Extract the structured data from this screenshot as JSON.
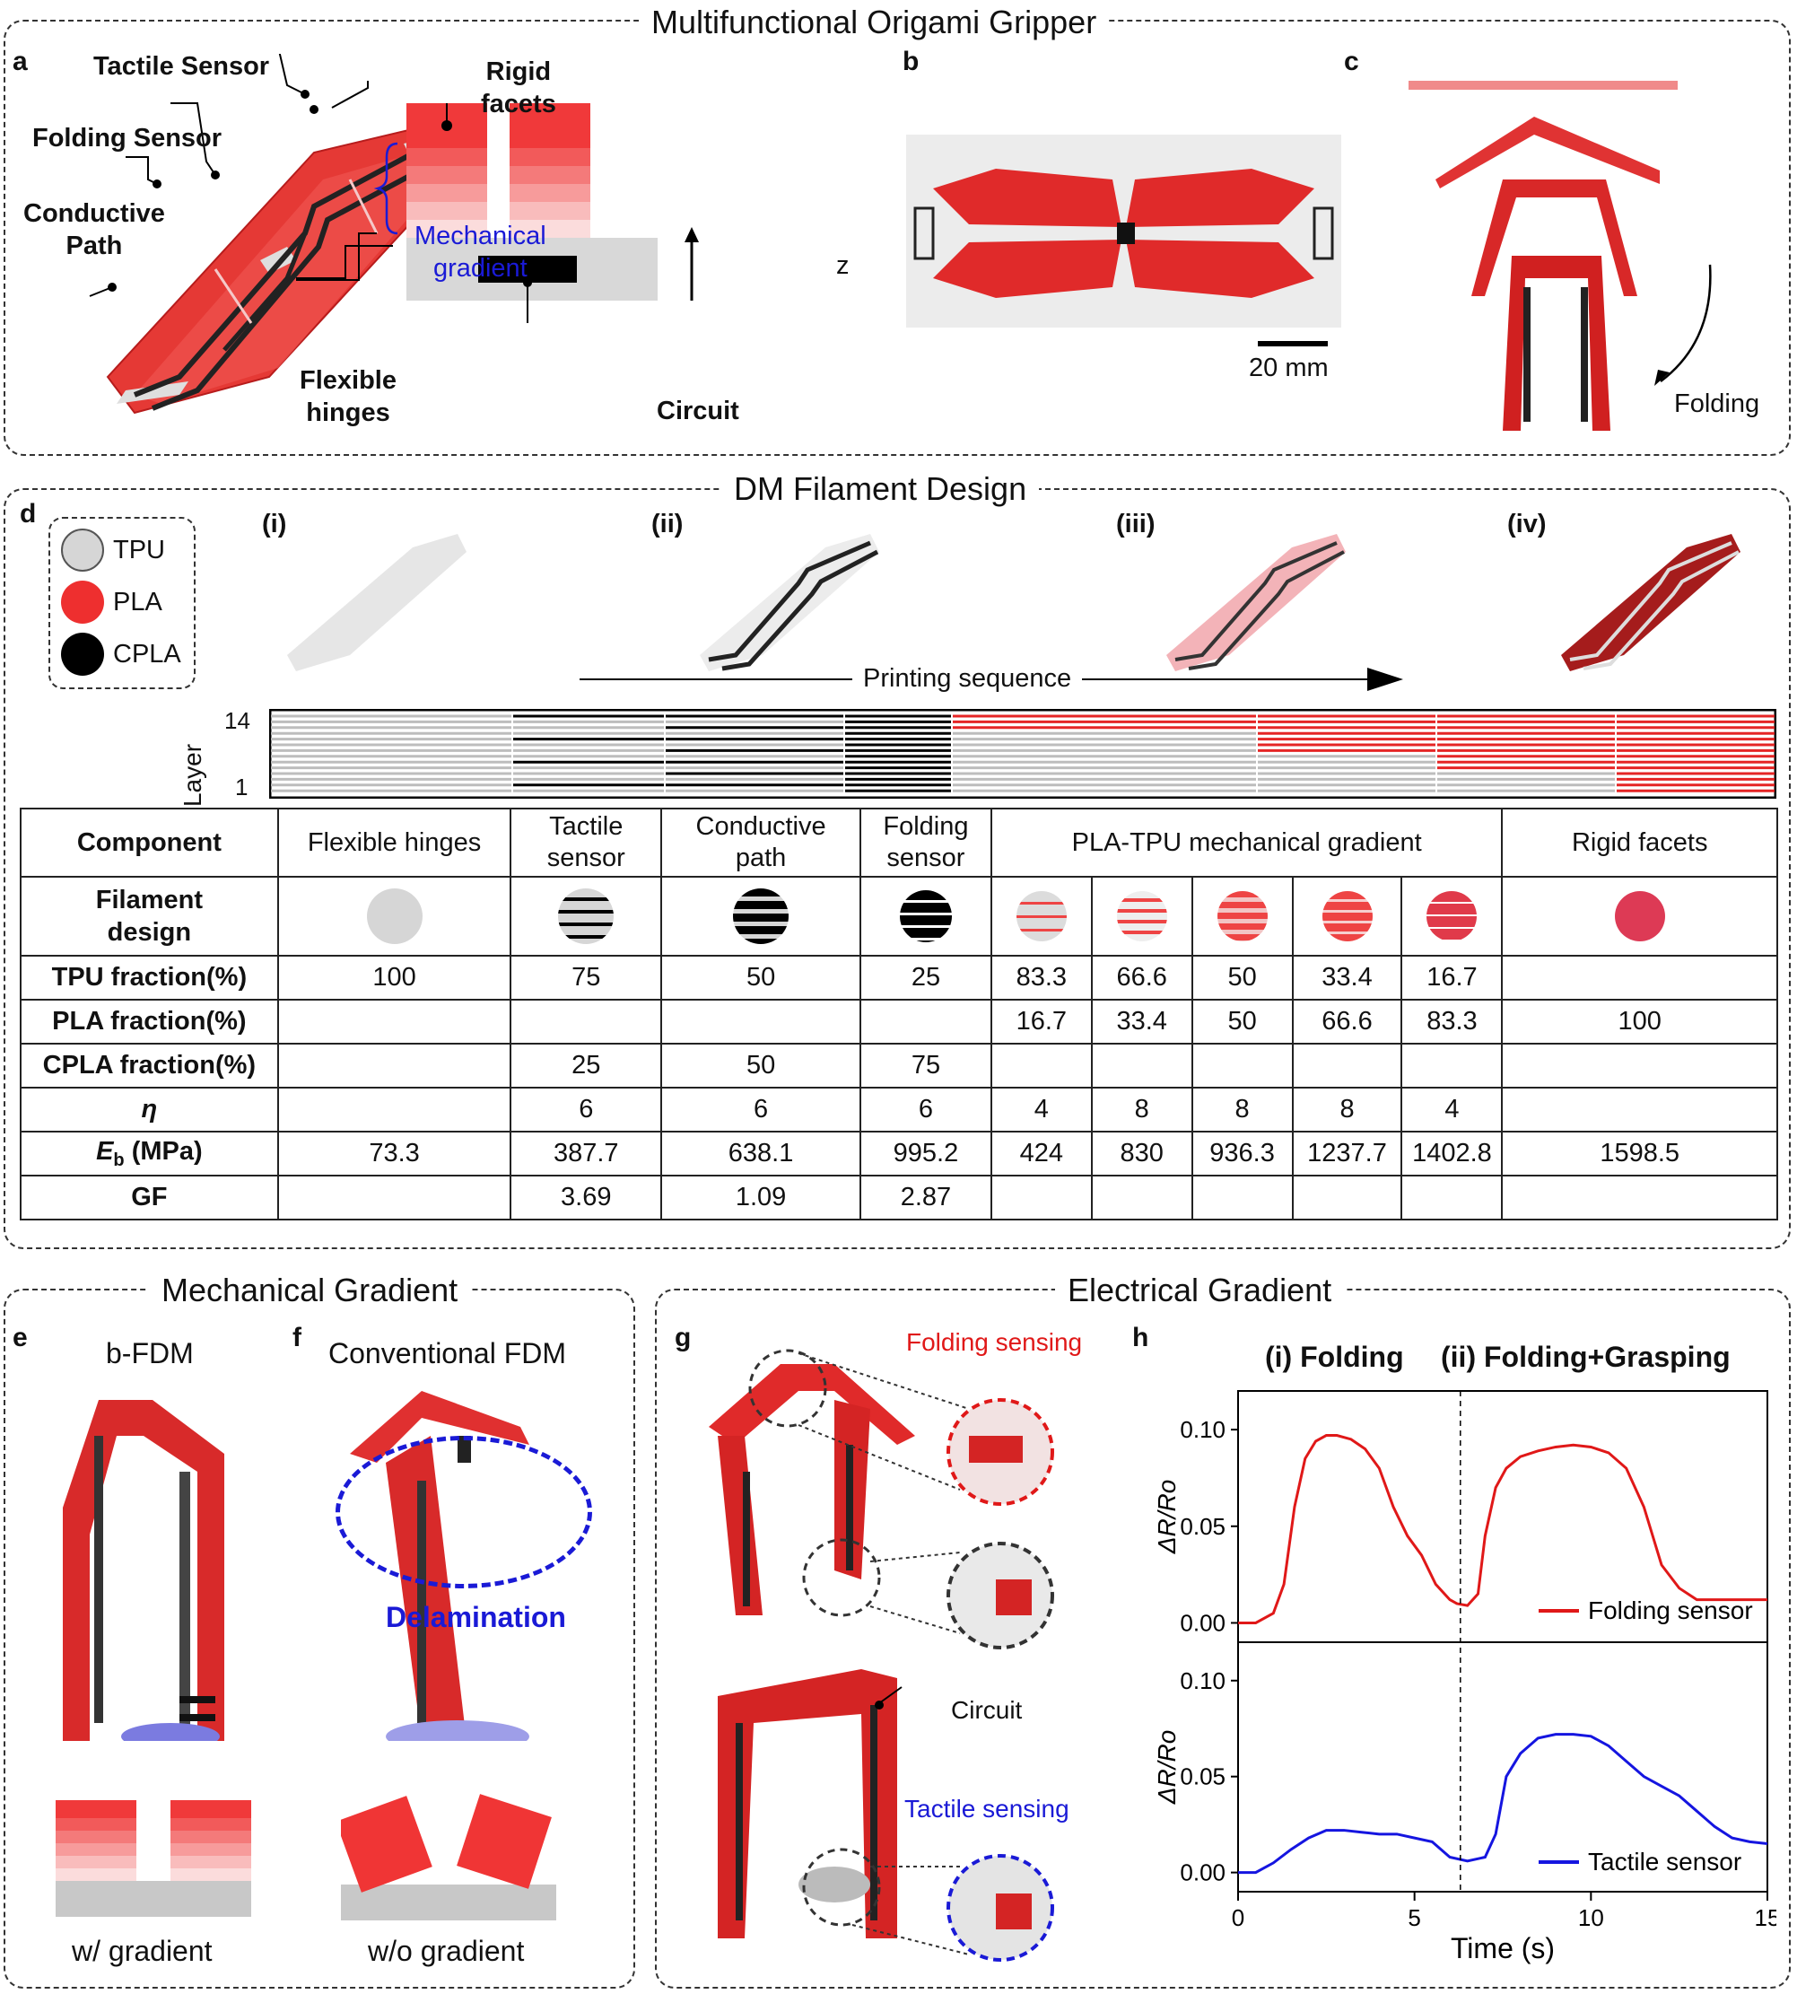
{
  "sections": {
    "top": "Multifunctional Origami Gripper",
    "mid": "DM Filament Design",
    "mech": "Mechanical Gradient",
    "elec": "Electrical Gradient"
  },
  "letters": {
    "a": "a",
    "b": "b",
    "c": "c",
    "d": "d",
    "e": "e",
    "f": "f",
    "g": "g",
    "h": "h"
  },
  "panel_a": {
    "tactile_sensor": "Tactile Sensor",
    "folding_sensor": "Folding Sensor",
    "conductive_path": "Conductive\nPath",
    "rigid_facets": "Rigid\nfacets",
    "mech_gradient": "Mechanical\ngradient",
    "flexible_hinges": "Flexible\nhinges",
    "circuit": "Circuit",
    "z_axis": "z"
  },
  "panel_b": {
    "scale_bar": "20 mm"
  },
  "panel_c": {
    "folding": "Folding"
  },
  "panel_d": {
    "legend": [
      {
        "name": "TPU",
        "color": "#d6d6d6"
      },
      {
        "name": "PLA",
        "color": "#ee2f2f"
      },
      {
        "name": "CPLA",
        "color": "#000000"
      }
    ],
    "steps": [
      "(i)",
      "(ii)",
      "(iii)",
      "(iv)"
    ],
    "printing_sequence": "Printing sequence",
    "layer_axis": "Layer",
    "layer_top": "14",
    "layer_bottom": "1",
    "table": {
      "headers": [
        "Component",
        "Flexible hinges",
        "Tactile\nsensor",
        "Conductive\npath",
        "Folding\nsensor",
        "PLA-TPU mechanical gradient",
        "Rigid facets"
      ],
      "row_filament": "Filament\ndesign",
      "rows": [
        {
          "label": "TPU fraction(%)",
          "cells": [
            "100",
            "75",
            "50",
            "25",
            "83.3",
            "66.6",
            "50",
            "33.4",
            "16.7",
            ""
          ]
        },
        {
          "label": "PLA fraction(%)",
          "cells": [
            "",
            "",
            "",
            "",
            "16.7",
            "33.4",
            "50",
            "66.6",
            "83.3",
            "100"
          ]
        },
        {
          "label": "CPLA fraction(%)",
          "cells": [
            "",
            "25",
            "50",
            "75",
            "",
            "",
            "",
            "",
            "",
            ""
          ]
        },
        {
          "label": "η",
          "cells": [
            "",
            "6",
            "6",
            "6",
            "4",
            "8",
            "8",
            "8",
            "4",
            ""
          ]
        },
        {
          "label": "Eb (MPa)",
          "label_main": "E",
          "label_sub": "b",
          "label_rest": " (MPa)",
          "cells": [
            "73.3",
            "387.7",
            "638.1",
            "995.2",
            "424",
            "830",
            "936.3",
            "1237.7",
            "1402.8",
            "1598.5"
          ]
        },
        {
          "label": "GF",
          "cells": [
            "",
            "3.69",
            "1.09",
            "2.87",
            "",
            "",
            "",
            "",
            "",
            ""
          ]
        }
      ]
    }
  },
  "panel_e": {
    "title": "b-FDM",
    "caption": "w/ gradient"
  },
  "panel_f": {
    "title": "Conventional FDM",
    "caption": "w/o gradient",
    "delamination": "Delamination"
  },
  "panel_g": {
    "folding_sensing": "Folding sensing",
    "circuit": "Circuit",
    "tactile_sensing": "Tactile sensing"
  },
  "panel_h": {
    "label_i": "(i) Folding",
    "label_ii": "(ii) Folding+Grasping"
  },
  "chart_data": [
    {
      "type": "line",
      "title": "(i) Folding    (ii) Folding+Grasping",
      "xlabel": "Time (s)",
      "ylabel": "ΔR/Ro",
      "xlim": [
        0,
        15
      ],
      "ylim": [
        -0.01,
        0.12
      ],
      "yticks": [
        "0.00",
        "0.05",
        "0.10"
      ],
      "series": [
        {
          "name": "Folding sensor",
          "color": "#e01818",
          "x": [
            0,
            0.5,
            1,
            1.3,
            1.6,
            1.9,
            2.2,
            2.5,
            2.8,
            3.2,
            3.6,
            4.0,
            4.4,
            4.8,
            5.2,
            5.6,
            6.0,
            6.2,
            6.5,
            6.8,
            7.0,
            7.3,
            7.6,
            8.0,
            8.5,
            9.0,
            9.5,
            10.0,
            10.5,
            11.0,
            11.5,
            12.0,
            12.5,
            13.0,
            13.5,
            14.0,
            14.5,
            15.0
          ],
          "y": [
            0.0,
            0.0,
            0.005,
            0.02,
            0.06,
            0.085,
            0.094,
            0.097,
            0.097,
            0.095,
            0.09,
            0.08,
            0.06,
            0.045,
            0.035,
            0.02,
            0.012,
            0.01,
            0.009,
            0.015,
            0.045,
            0.07,
            0.08,
            0.086,
            0.089,
            0.091,
            0.092,
            0.091,
            0.088,
            0.08,
            0.06,
            0.03,
            0.018,
            0.012,
            0.012,
            0.012,
            0.012,
            0.012
          ]
        },
        {
          "name": "Tactile sensor",
          "color": "#1515e0",
          "x": [
            0,
            0.5,
            1,
            1.5,
            2.0,
            2.5,
            3.0,
            3.5,
            4.0,
            4.5,
            5.0,
            5.5,
            6.0,
            6.5,
            7.0,
            7.3,
            7.6,
            8.0,
            8.5,
            9.0,
            9.5,
            10.0,
            10.5,
            11.0,
            11.5,
            12.0,
            12.5,
            13.0,
            13.5,
            14.0,
            14.5,
            15.0
          ],
          "y": [
            0.0,
            0.0,
            0.005,
            0.012,
            0.018,
            0.022,
            0.022,
            0.021,
            0.02,
            0.02,
            0.018,
            0.016,
            0.008,
            0.006,
            0.008,
            0.02,
            0.05,
            0.062,
            0.07,
            0.072,
            0.072,
            0.071,
            0.066,
            0.058,
            0.05,
            0.045,
            0.04,
            0.032,
            0.024,
            0.018,
            0.016,
            0.015
          ]
        }
      ],
      "event_marker_x": 6.3
    }
  ]
}
